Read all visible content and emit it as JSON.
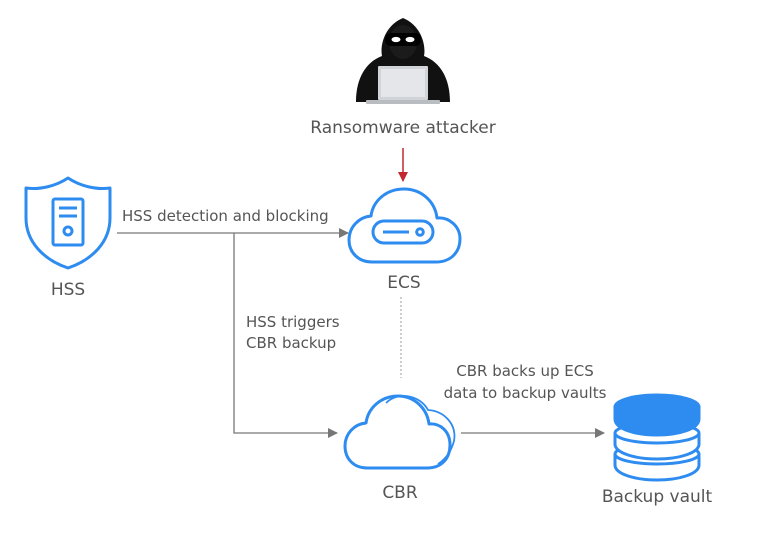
{
  "nodes": {
    "attacker": {
      "label": "Ransomware attacker",
      "icon": "hooded-hacker-icon"
    },
    "hss": {
      "label": "HSS",
      "icon": "shield-server-icon"
    },
    "ecs": {
      "label": "ECS",
      "icon": "cloud-server-icon"
    },
    "cbr": {
      "label": "CBR",
      "icon": "cloud-backup-icon"
    },
    "vault": {
      "label": "Backup vault",
      "icon": "database-stack-icon"
    }
  },
  "edges": {
    "hss_to_ecs": "HSS detection and blocking",
    "hss_to_cbr": {
      "line1": "HSS triggers",
      "line2": "CBR backup"
    },
    "cbr_to_vault": {
      "line1": "CBR backs up ECS",
      "line2": "data to backup vaults"
    }
  },
  "colors": {
    "primary": "#2e8cf0",
    "attack_arrow": "#c0292e",
    "connector": "#777777",
    "text": "#555555"
  }
}
